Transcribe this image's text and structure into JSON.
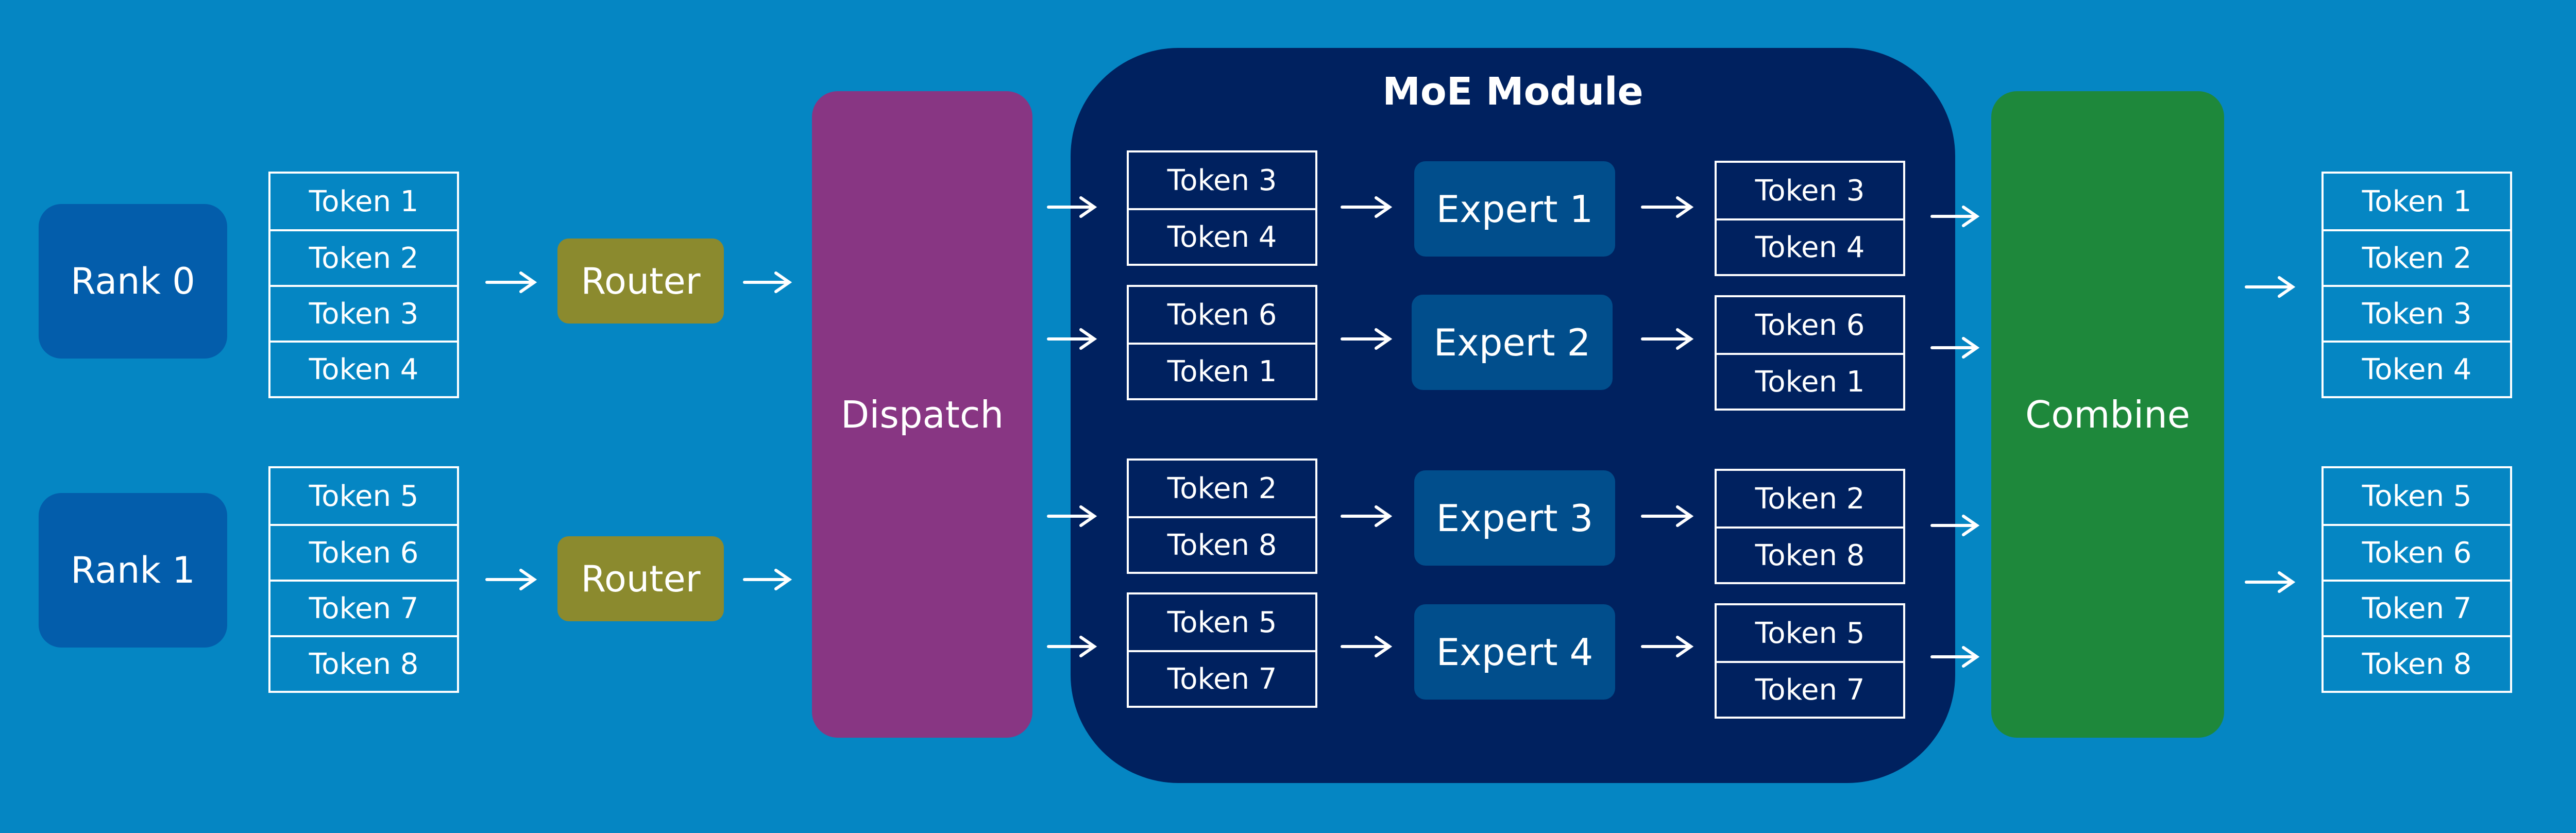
{
  "title": "MoE Module",
  "ranks": [
    "Rank 0",
    "Rank 1"
  ],
  "router_label": "Router",
  "dispatch_label": "Dispatch",
  "combine_label": "Combine",
  "experts": [
    "Expert 1",
    "Expert 2",
    "Expert 3",
    "Expert 4"
  ],
  "input_groups": [
    [
      "Token 1",
      "Token 2",
      "Token 3",
      "Token 4"
    ],
    [
      "Token 5",
      "Token 6",
      "Token 7",
      "Token 8"
    ]
  ],
  "expert_inputs": [
    [
      "Token 3",
      "Token 4"
    ],
    [
      "Token 6",
      "Token 1"
    ],
    [
      "Token 2",
      "Token 8"
    ],
    [
      "Token 5",
      "Token 7"
    ]
  ],
  "expert_outputs": [
    [
      "Token 3",
      "Token 4"
    ],
    [
      "Token 6",
      "Token 1"
    ],
    [
      "Token 2",
      "Token 8"
    ],
    [
      "Token 5",
      "Token 7"
    ]
  ],
  "output_groups": [
    [
      "Token 1",
      "Token 2",
      "Token 3",
      "Token 4"
    ],
    [
      "Token 5",
      "Token 6",
      "Token 7",
      "Token 8"
    ]
  ]
}
